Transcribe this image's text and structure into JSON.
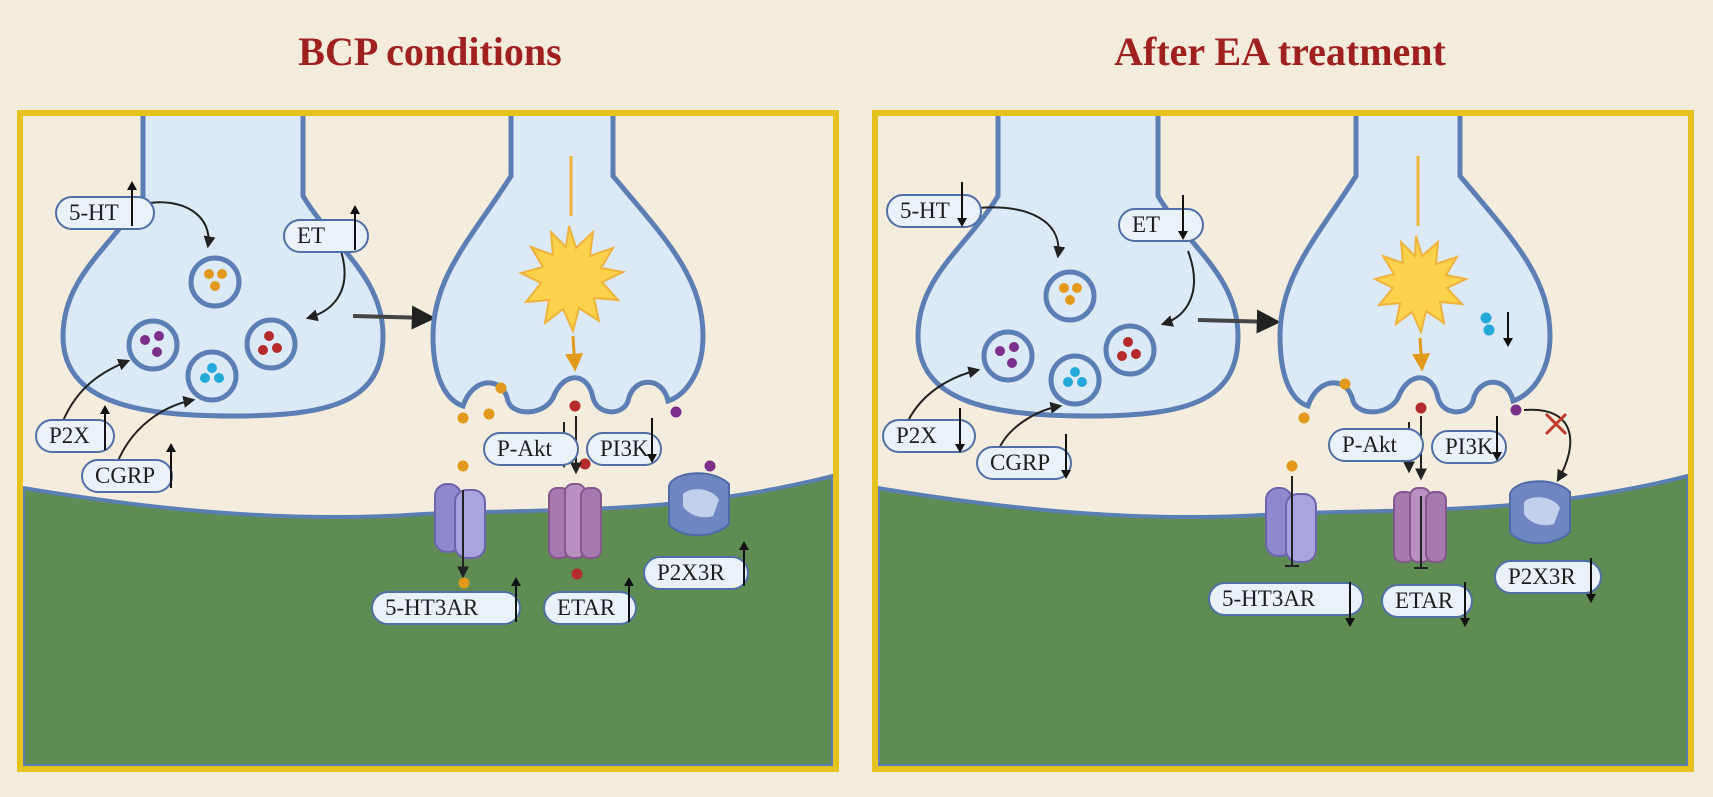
{
  "panels": {
    "left": {
      "title": "BCP conditions",
      "labels": {
        "ht5": "5-HT",
        "et": "ET",
        "p2x": "P2X",
        "cgrp": "CGRP",
        "pakt": "P-Akt",
        "pi3k": "PI3K",
        "ht3ar": "5-HT3AR",
        "etar": "ETAR",
        "p2x3r": "P2X3R"
      }
    },
    "right": {
      "title": "After EA treatment",
      "labels": {
        "ht5": "5-HT",
        "et": "ET",
        "p2x": "P2X",
        "cgrp": "CGRP",
        "pakt": "P-Akt",
        "pi3k": "PI3K",
        "ht3ar": "5-HT3AR",
        "etar": "ETAR",
        "p2x3r": "P2X3R"
      }
    }
  },
  "colors": {
    "border": "#e6c21f",
    "title": "#a01f1f",
    "neuron_fill": "#dce9f6",
    "neuron_stroke": "#5b7fb5",
    "tissue": "#5f8c52",
    "orange_ligand": "#e39a1c",
    "purple_ligand": "#7b2f8a",
    "red_ligand": "#b52a2a",
    "cyan_ligand": "#22a9d8",
    "receptor_5ht3ar": "#8f88cf",
    "receptor_etar": "#a67aaf",
    "receptor_p2x3r": "#6f86c2",
    "flash": "#fbd24a",
    "inhibit_mark": "#c0392b"
  },
  "icons": [
    "up-arrow-icon",
    "down-arrow-icon",
    "inhibit-bar-icon",
    "block-x-icon",
    "flash-burst-icon"
  ]
}
